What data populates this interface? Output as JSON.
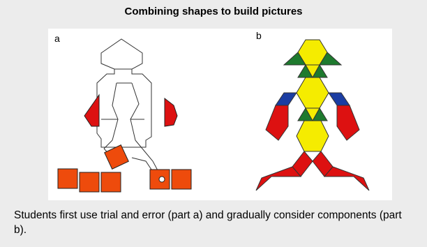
{
  "title": "Combining shapes to build pictures",
  "panel_a": {
    "label": "a"
  },
  "panel_b": {
    "label": "b"
  },
  "caption": "Students first use trial and error (part a) and gradually consider components (part b).",
  "colors": {
    "background": "#ececec",
    "panel": "#ffffff",
    "red": "#dd1111",
    "orange": "#ee4b0c",
    "yellow": "#f5ec00",
    "green": "#1e7a2e",
    "blue": "#1b3da3",
    "outline": "#222222"
  }
}
